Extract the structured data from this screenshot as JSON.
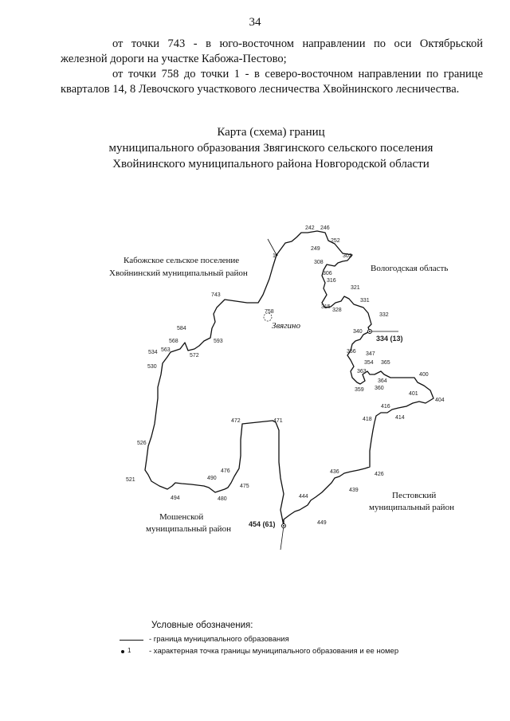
{
  "page_number": "34",
  "paragraphs": {
    "p1": "от точки 743 - в юго-восточном направлении по оси Октябрьской железной дороги на участке Кабожа-Пестово;",
    "p2": "от точки 758 до точки 1 - в северо-восточном направлении по границе кварталов 14, 8 Левочского участкового лесничества Хвойнинского лесничества."
  },
  "title": {
    "line1": "Карта (схема) границ",
    "line2": "муниципального образования Звягинского сельского поселения",
    "line3": "Хвойнинского муниципального района Новгородской области"
  },
  "map": {
    "regions": {
      "north_west_1": "Кабожское сельское поселение",
      "north_west_2": "Хвойнинский муниципальный район",
      "east": "Вологодская область",
      "south_east_1": "Пестовский",
      "south_east_2": "муниципальный район",
      "south_west_1": "Мошенской",
      "south_west_2": "муниципальный район"
    },
    "settlement": "Звягино",
    "point_labels": {
      "p1": "1",
      "p242": "242",
      "p246": "246",
      "p252": "252",
      "p249": "249",
      "p302": "302",
      "p308": "308",
      "p306": "306",
      "p316": "316",
      "p321": "321",
      "p331": "331",
      "p315": "315",
      "p328": "328",
      "p332": "332",
      "p340": "340",
      "p334": "334 (13)",
      "p356": "356",
      "p347": "347",
      "p354": "354",
      "p365": "365",
      "p363": "363",
      "p364": "364",
      "p360": "360",
      "p359": "359",
      "p400": "400",
      "p401": "401",
      "p404": "404",
      "p416": "416",
      "p414": "414",
      "p418": "418",
      "p426": "426",
      "p436": "436",
      "p439": "439",
      "p444": "444",
      "p449": "449",
      "p454": "454 (61)",
      "p471": "471",
      "p472": "472",
      "p475": "475",
      "p476": "476",
      "p490": "490",
      "p480": "480",
      "p494": "494",
      "p521": "521",
      "p526": "526",
      "p530": "530",
      "p534": "534",
      "p563": "563",
      "p568": "568",
      "p572": "572",
      "p584": "584",
      "p593": "593",
      "p743": "743",
      "p758": "758"
    }
  },
  "legend": {
    "title": "Условные обозначения:",
    "line_desc": "- граница муниципального образования",
    "point_num": "1",
    "point_desc": "- характерная точка границы муниципального образования и ее номер"
  }
}
